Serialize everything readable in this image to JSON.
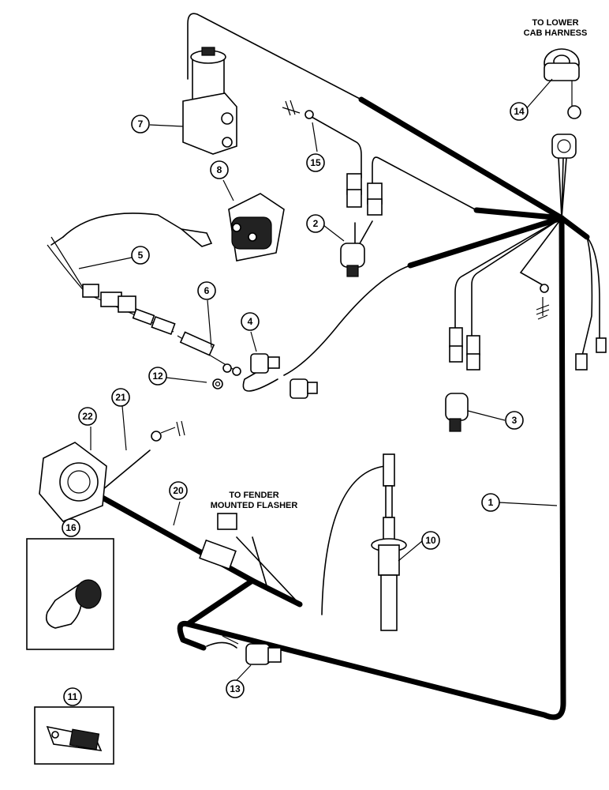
{
  "labels": {
    "lower_cab_line1": "TO LOWER",
    "lower_cab_line2": "CAB HARNESS",
    "fender_line1": "TO FENDER",
    "fender_line2": "MOUNTED FLASHER"
  },
  "callouts": {
    "c1": "1",
    "c2": "2",
    "c3": "3",
    "c4": "4",
    "c5": "5",
    "c6": "6",
    "c7": "7",
    "c8": "8",
    "c10": "10",
    "c11": "11",
    "c12": "12",
    "c13": "13",
    "c14": "14",
    "c15": "15",
    "c16": "16",
    "c20": "20",
    "c21": "21",
    "c22": "22"
  }
}
